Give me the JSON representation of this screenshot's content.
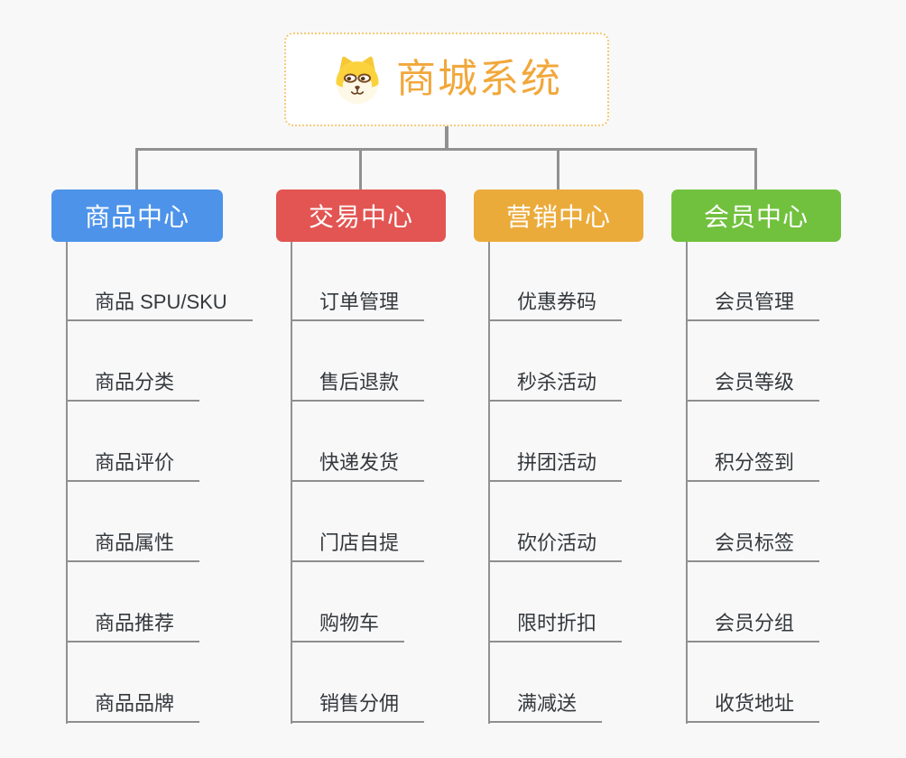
{
  "root": {
    "title": "商城系统",
    "icon": "shiba-dog-icon"
  },
  "branches": [
    {
      "id": "product-center",
      "label": "商品中心",
      "color": "#4D93E9",
      "children": [
        "商品 SPU/SKU",
        "商品分类",
        "商品评价",
        "商品属性",
        "商品推荐",
        "商品品牌"
      ]
    },
    {
      "id": "trade-center",
      "label": "交易中心",
      "color": "#E25552",
      "children": [
        "订单管理",
        "售后退款",
        "快递发货",
        "门店自提",
        "购物车",
        "销售分佣"
      ]
    },
    {
      "id": "marketing-center",
      "label": "营销中心",
      "color": "#EBAB3B",
      "children": [
        "优惠券码",
        "秒杀活动",
        "拼团活动",
        "砍价活动",
        "限时折扣",
        "满减送"
      ]
    },
    {
      "id": "member-center",
      "label": "会员中心",
      "color": "#71C13E",
      "children": [
        "会员管理",
        "会员等级",
        "积分签到",
        "会员标签",
        "会员分组",
        "收货地址"
      ]
    }
  ],
  "colors": {
    "root_text": "#F1A83B",
    "root_border": "#F3C978",
    "connector": "#919191",
    "leaf_text": "#34383C",
    "background": "#F8F8F8"
  }
}
